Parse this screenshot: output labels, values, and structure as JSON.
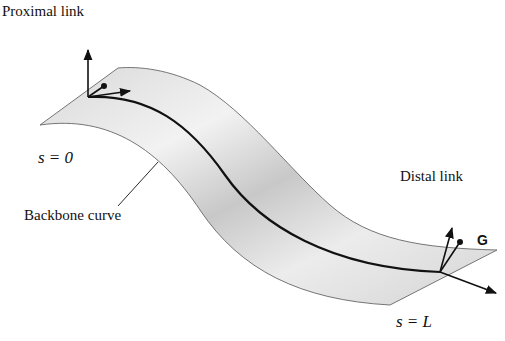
{
  "diagram": {
    "labels": [
      "Proximal link",
      "s = 0",
      "Backbone curve",
      "Distal link",
      "G",
      "s = L"
    ]
  }
}
